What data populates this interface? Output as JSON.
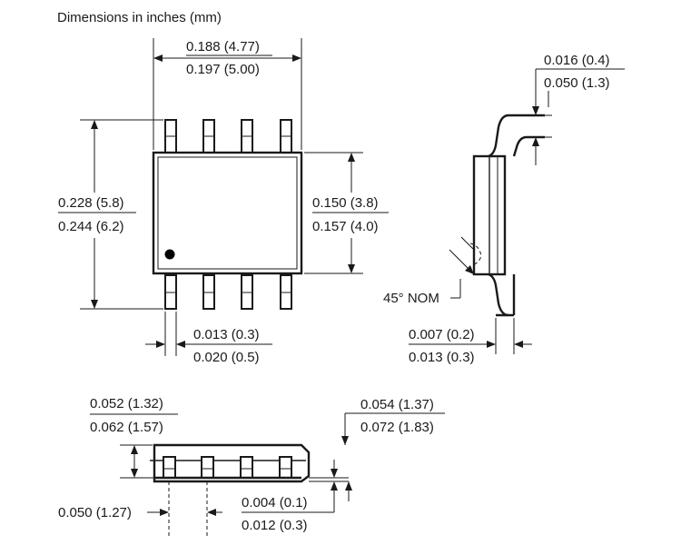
{
  "title": "Dimensions in inches (mm)",
  "top_view": {
    "width_min": "0.188 (4.77)",
    "width_max": "0.197 (5.00)",
    "overall_min": "0.228 (5.8)",
    "overall_max": "0.244 (6.2)",
    "body_min": "0.150 (3.8)",
    "body_max": "0.157 (4.0)",
    "lead_width_min": "0.013 (0.3)",
    "lead_width_max": "0.020 (0.5)"
  },
  "side_view": {
    "foot_min": "0.016 (0.4)",
    "foot_max": "0.050 (1.3)",
    "chamfer": "45° NOM",
    "lead_thick_min": "0.007 (0.2)",
    "lead_thick_max": "0.013 (0.3)"
  },
  "front_view": {
    "height_min": "0.052 (1.32)",
    "height_max": "0.062 (1.57)",
    "seated_min": "0.054 (1.37)",
    "seated_max": "0.072 (1.83)",
    "pitch": "0.050 (1.27)",
    "standoff_min": "0.004 (0.1)",
    "standoff_max": "0.012 (0.3)"
  }
}
